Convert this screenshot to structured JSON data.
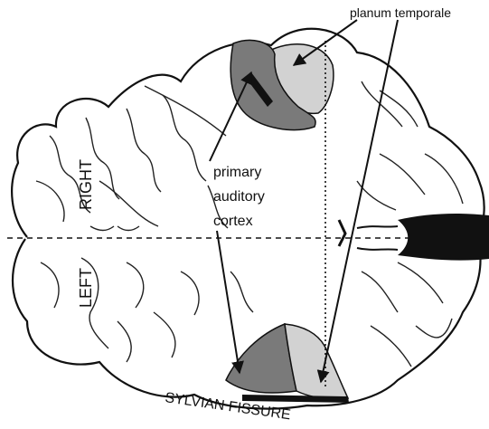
{
  "labels": {
    "planum_temporale": "planum temporale",
    "primary_auditory_cortex": [
      "primary",
      "auditory",
      "cortex"
    ],
    "right": "RIGHT",
    "left": "LEFT",
    "sylvian_fissure": "SYLVIAN FISSURE"
  },
  "colors": {
    "background": "#ffffff",
    "outline": "#111111",
    "primary_auditory_cortex": "#7a7a7a",
    "planum_temporale": "#d2d2d2",
    "fissure_marker": "#111111"
  }
}
